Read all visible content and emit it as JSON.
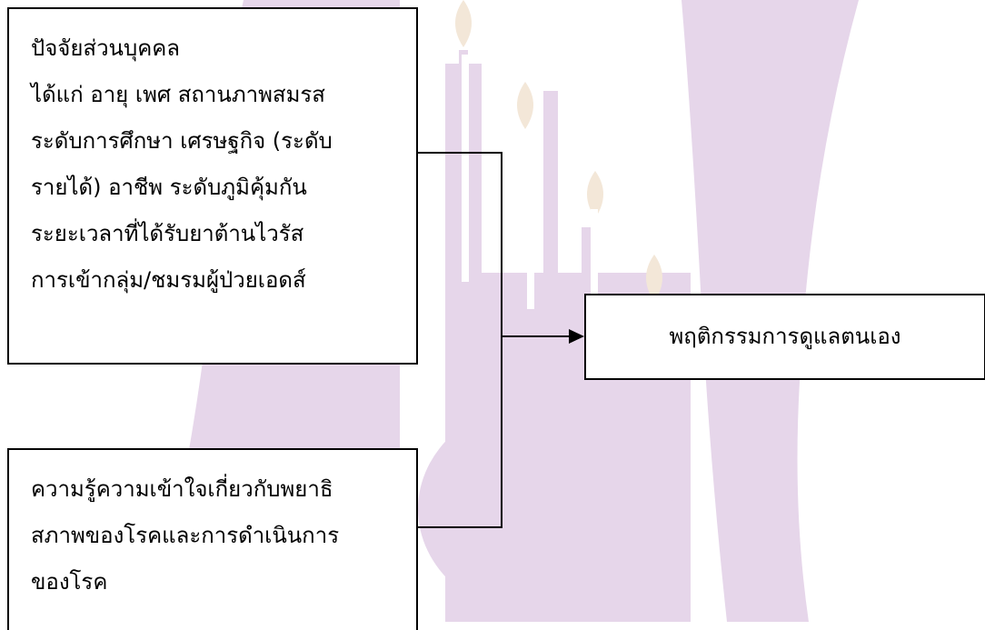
{
  "diagram": {
    "personal_factors": {
      "lines": [
        "ปัจจัยส่วนบุคคล",
        "ได้แก่ อายุ เพศ สถานภาพสมรส",
        "ระดับการศึกษา เศรษฐกิจ (ระดับ",
        "รายได้) อาชีพ ระดับภูมิคุ้มกัน",
        "ระยะเวลาที่ได้รับยาต้านไวรัส",
        "การเข้ากลุ่ม/ชมรมผู้ป่วยเอดส์"
      ]
    },
    "knowledge": {
      "lines": [
        "ความรู้ความเข้าใจเกี่ยวกับพยาธิ",
        "สภาพของโรคและการดำเนินการ",
        "ของโรค"
      ]
    },
    "outcome": {
      "label": "พฤติกรรมการดูแลตนเอง"
    }
  },
  "colors": {
    "watermark": "#e6d6ea",
    "watermark_accent": "#f3e7d8",
    "line": "#000000"
  }
}
